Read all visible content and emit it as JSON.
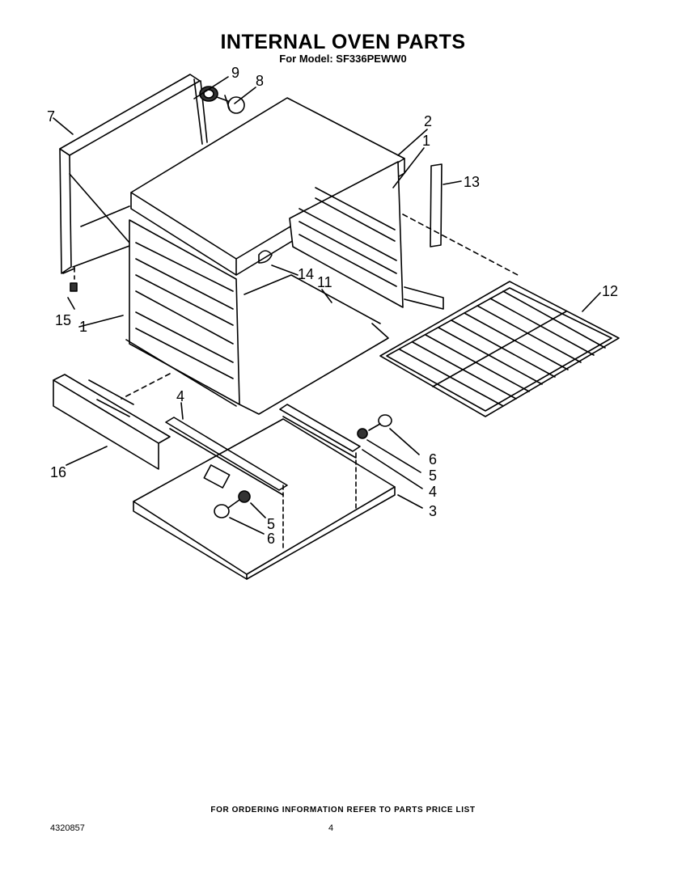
{
  "header": {
    "title": "INTERNAL OVEN PARTS",
    "model_line": "For Model: SF336PEWW0"
  },
  "callouts": {
    "part_1_right": "1",
    "part_1_left": "1",
    "part_2": "2",
    "part_3": "3",
    "part_4_left": "4",
    "part_4_right": "4",
    "part_5_right": "5",
    "part_5_left": "5",
    "part_6_right": "6",
    "part_6_left": "6",
    "part_7": "7",
    "part_8": "8",
    "part_9": "9",
    "part_11": "11",
    "part_12": "12",
    "part_13": "13",
    "part_14": "14",
    "part_15": "15",
    "part_16": "16"
  },
  "footer": {
    "ordering_note": "FOR ORDERING INFORMATION REFER TO PARTS PRICE LIST",
    "document_number": "4320857",
    "page_number": "4"
  }
}
